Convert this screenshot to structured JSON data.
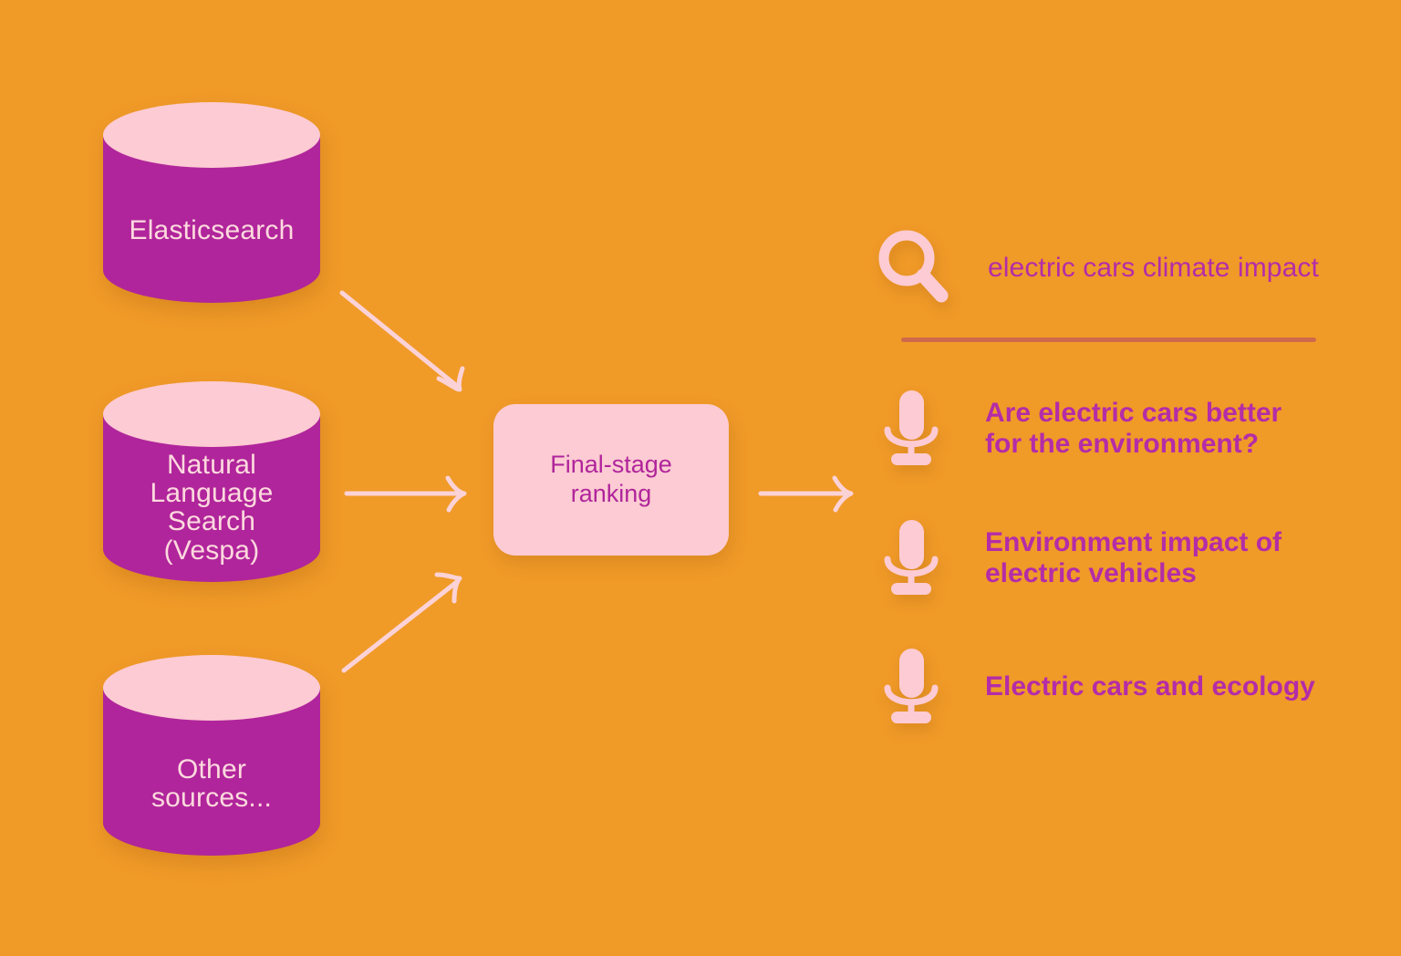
{
  "theme": {
    "background": "#F09A28",
    "cylinder_body": "#B0259B",
    "cylinder_top": "#FDCBD3",
    "pink": "#FDCBD3",
    "magenta_text": "#B42CA8",
    "divider": "#CE6A4B",
    "arrow": "#FBD2D6"
  },
  "sources": [
    {
      "id": "elasticsearch",
      "label": "Elasticsearch",
      "icon": "database-cylinder-icon"
    },
    {
      "id": "natural-language-search",
      "label": "Natural\nLanguage\nSearch\n(Vespa)",
      "icon": "database-cylinder-icon"
    },
    {
      "id": "other-sources",
      "label": "Other\nsources...",
      "icon": "database-cylinder-icon"
    }
  ],
  "stage": {
    "label": "Final-stage\nranking"
  },
  "search": {
    "icon": "search-icon",
    "query": "electric cars climate impact"
  },
  "results": [
    {
      "icon": "microphone-icon",
      "text": "Are electric cars better\nfor the environment?"
    },
    {
      "icon": "microphone-icon",
      "text": "Environment impact of\nelectric vehicles"
    },
    {
      "icon": "microphone-icon",
      "text": "Electric cars and ecology"
    }
  ]
}
